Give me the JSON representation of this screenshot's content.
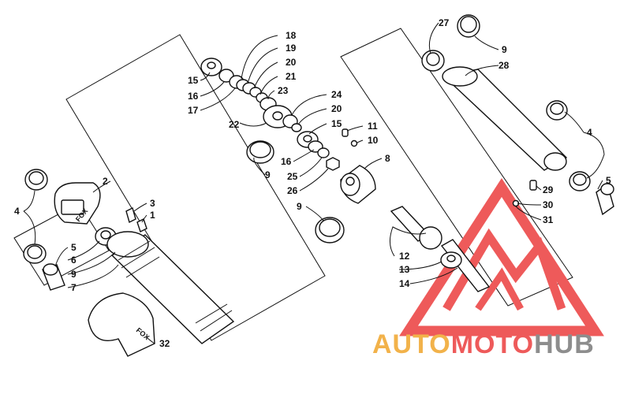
{
  "callouts": [
    {
      "id": "c18",
      "text": "18"
    },
    {
      "id": "c19",
      "text": "19"
    },
    {
      "id": "c20a",
      "text": "20"
    },
    {
      "id": "c21",
      "text": "21"
    },
    {
      "id": "c23",
      "text": "23"
    },
    {
      "id": "c24",
      "text": "24"
    },
    {
      "id": "c20b",
      "text": "20"
    },
    {
      "id": "c15a",
      "text": "15"
    },
    {
      "id": "c16a",
      "text": "16"
    },
    {
      "id": "c17",
      "text": "17"
    },
    {
      "id": "c22",
      "text": "22"
    },
    {
      "id": "c15b",
      "text": "15"
    },
    {
      "id": "c16b",
      "text": "16"
    },
    {
      "id": "c25",
      "text": "25"
    },
    {
      "id": "c26",
      "text": "26"
    },
    {
      "id": "c9a",
      "text": "9"
    },
    {
      "id": "c11",
      "text": "11"
    },
    {
      "id": "c10",
      "text": "10"
    },
    {
      "id": "c8",
      "text": "8"
    },
    {
      "id": "c9b",
      "text": "9"
    },
    {
      "id": "c12",
      "text": "12"
    },
    {
      "id": "c13",
      "text": "13"
    },
    {
      "id": "c14",
      "text": "14"
    },
    {
      "id": "c27",
      "text": "27"
    },
    {
      "id": "c9c",
      "text": "9"
    },
    {
      "id": "c28",
      "text": "28"
    },
    {
      "id": "c4a",
      "text": "4"
    },
    {
      "id": "c5a",
      "text": "5"
    },
    {
      "id": "c29",
      "text": "29"
    },
    {
      "id": "c30",
      "text": "30"
    },
    {
      "id": "c31",
      "text": "31"
    },
    {
      "id": "c2",
      "text": "2"
    },
    {
      "id": "c3",
      "text": "3"
    },
    {
      "id": "c1",
      "text": "1"
    },
    {
      "id": "c4b",
      "text": "4"
    },
    {
      "id": "c5b",
      "text": "5"
    },
    {
      "id": "c6",
      "text": "6"
    },
    {
      "id": "c9d",
      "text": "9"
    },
    {
      "id": "c7",
      "text": "7"
    },
    {
      "id": "c32",
      "text": "32"
    }
  ],
  "brand_marks": {
    "body": "FOX",
    "cover": "FOX"
  },
  "logo": {
    "part1": "AUTO",
    "part2": "MOTO",
    "part3": "HUB",
    "color_orange": "#f2b24a",
    "color_red": "#ee5a5a",
    "color_gray": "#8d8d8d"
  }
}
